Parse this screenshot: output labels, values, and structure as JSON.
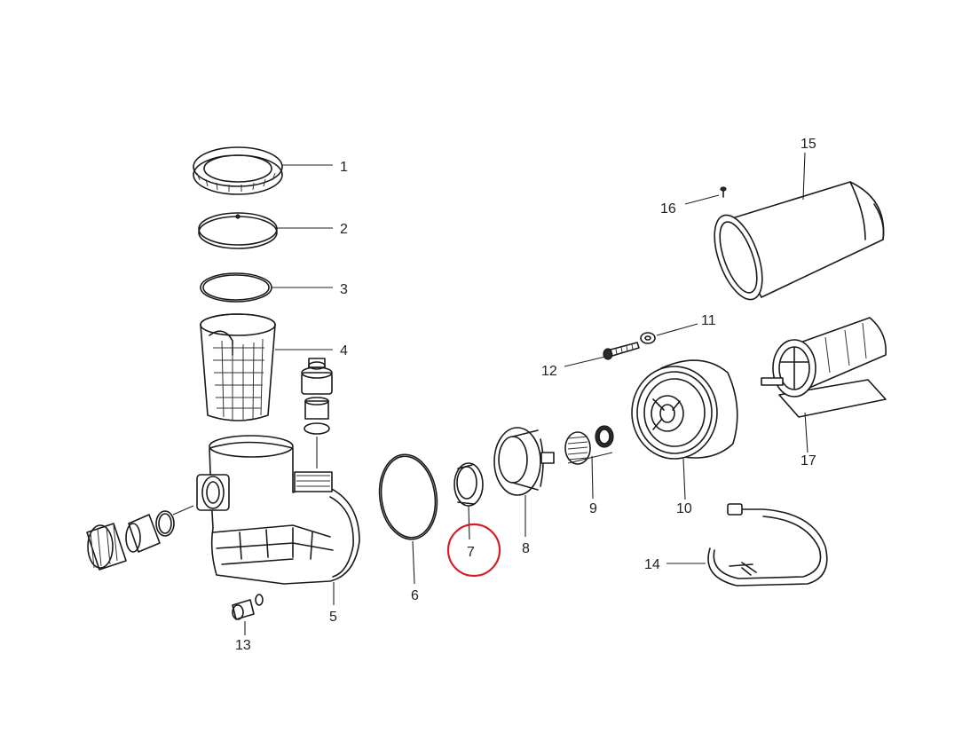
{
  "diagram": {
    "callouts": [
      {
        "id": "1",
        "label": "1"
      },
      {
        "id": "2",
        "label": "2"
      },
      {
        "id": "3",
        "label": "3"
      },
      {
        "id": "4",
        "label": "4"
      },
      {
        "id": "5",
        "label": "5"
      },
      {
        "id": "6",
        "label": "6"
      },
      {
        "id": "7",
        "label": "7"
      },
      {
        "id": "8",
        "label": "8"
      },
      {
        "id": "9",
        "label": "9"
      },
      {
        "id": "10",
        "label": "10"
      },
      {
        "id": "11",
        "label": "11"
      },
      {
        "id": "12",
        "label": "12"
      },
      {
        "id": "13",
        "label": "13"
      },
      {
        "id": "14",
        "label": "14"
      },
      {
        "id": "15",
        "label": "15"
      },
      {
        "id": "16",
        "label": "16"
      },
      {
        "id": "17",
        "label": "17"
      }
    ],
    "highlight": {
      "target": "7",
      "color": "#d32027"
    },
    "colors": {
      "line": "#1a1a1a",
      "background": "#ffffff"
    }
  }
}
